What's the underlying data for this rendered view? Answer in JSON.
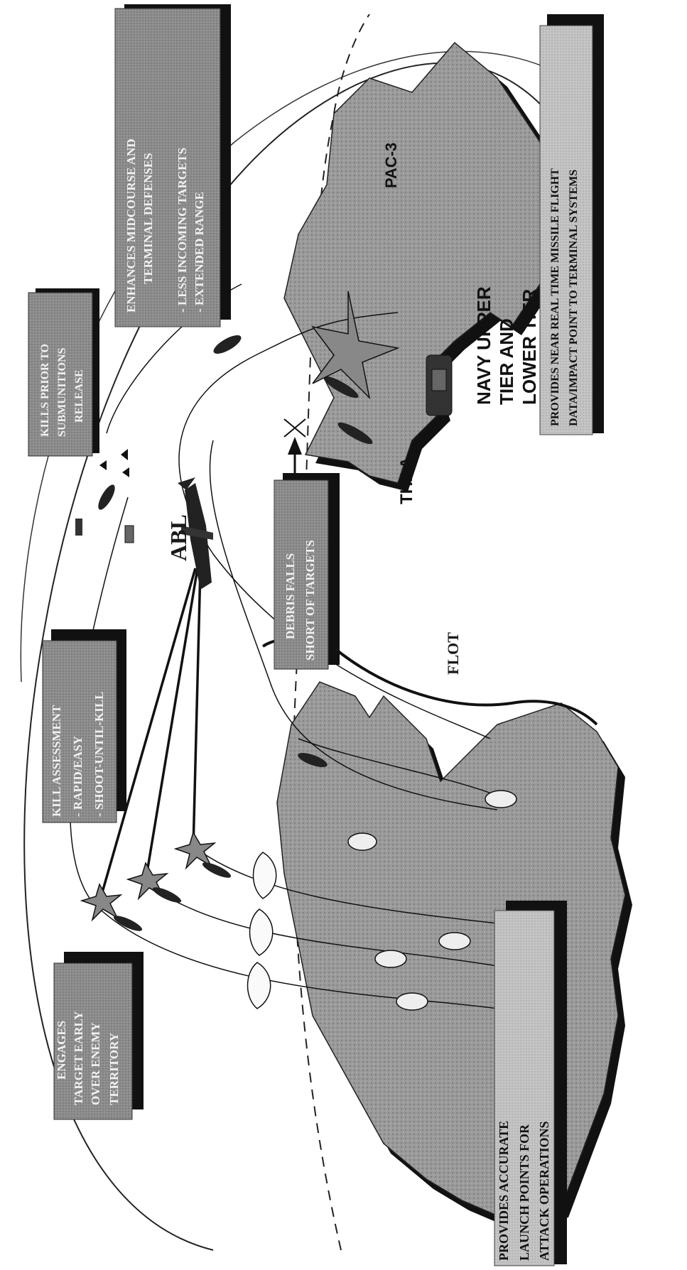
{
  "diagram": {
    "labels": {
      "abl": "ABL",
      "flot": "FLOT",
      "pac3": "PAC-3",
      "thaad": "THAA",
      "navy": [
        "NAVY UPPER",
        "TIER AND",
        "LOWER TIER"
      ]
    },
    "callouts": {
      "kills_prior": [
        "KILLS PRIOR TO",
        "SUBMUNITIONS",
        "RELEASE"
      ],
      "enhances": [
        "ENHANCES MIDCOURSE AND",
        "TERMINAL DEFENSES",
        "",
        "- LESS INCOMING TARGETS",
        "- EXTENDED RANGE"
      ],
      "provides_near": [
        "PROVIDES NEAR REAL TIME MISSILE FLIGHT",
        "DATA/IMPACT POINT TO TERMINAL SYSTEMS"
      ],
      "debris": [
        "DEBRIS FALLS",
        "SHORT OF TARGETS"
      ],
      "kill_assessment": [
        "KILL ASSESSMENT",
        "- RAPID/EASY",
        "- SHOOT-UNTIL-KILL"
      ],
      "engages": [
        "ENGAGES",
        "TARGET EARLY",
        "OVER ENEMY",
        "TERRITORY"
      ],
      "provides_accurate": [
        "PROVIDES ACCURATE",
        "LAUNCH POINTS FOR",
        "ATTACK OPERATIONS"
      ]
    }
  }
}
